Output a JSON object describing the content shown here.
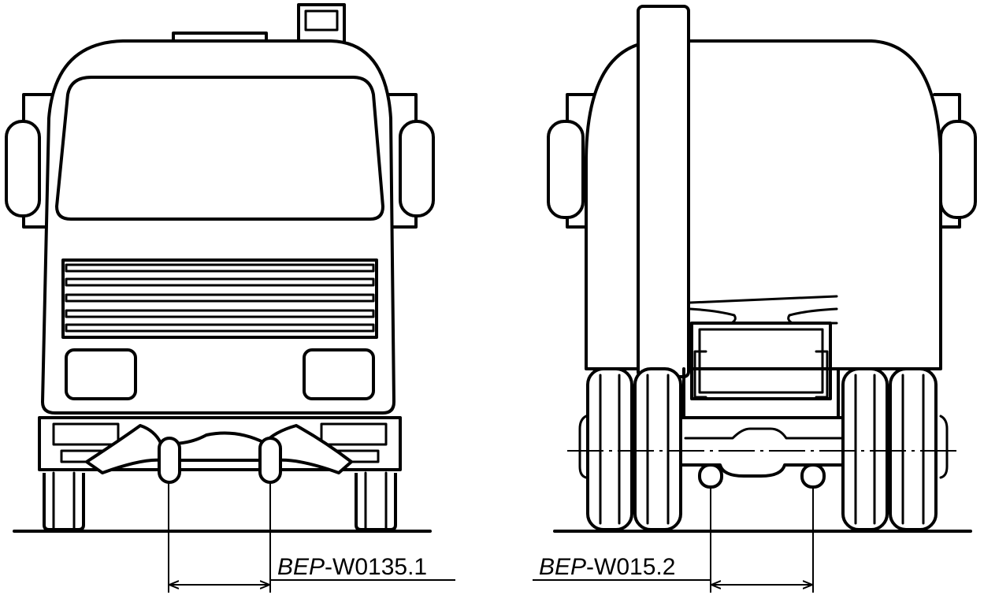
{
  "figures": [
    {
      "view": "front",
      "caption": {
        "prefix": "BEP",
        "suffix": "-W0135.1"
      }
    },
    {
      "view": "rear",
      "caption": {
        "prefix": "BEP",
        "suffix": "-W015.2"
      }
    }
  ]
}
